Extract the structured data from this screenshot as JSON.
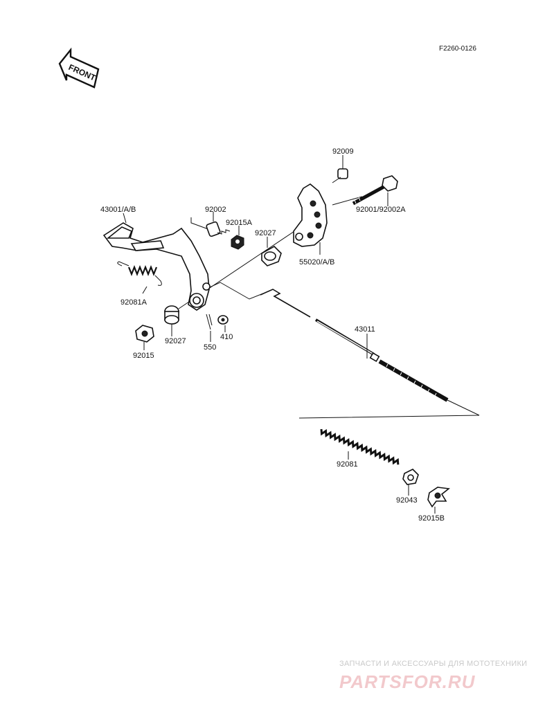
{
  "diagram": {
    "code": "F2260-0126",
    "front_arrow_text": "FRONT",
    "parts": {
      "p43001": "43001/A/B",
      "p92002": "92002",
      "p92015A": "92015A",
      "p92027_top": "92027",
      "p92009": "92009",
      "p92001": "92001/92002A",
      "p55020": "55020/A/B",
      "p92081A": "92081A",
      "p92027_bottom": "92027",
      "p92015": "92015",
      "p550": "550",
      "p410": "410",
      "p43011": "43011",
      "p92081": "92081",
      "p92043": "92043",
      "p92015B": "92015B"
    }
  },
  "watermark": {
    "tagline": "ЗАПЧАСТИ И АКСЕССУАРЫ ДЛЯ МОТОТЕХНИКИ",
    "brand": "PARTSFOR.RU"
  },
  "colors": {
    "ink": "#111111",
    "watermark_brand": "#f2c9cc",
    "watermark_tagline": "#c9c9c9"
  }
}
